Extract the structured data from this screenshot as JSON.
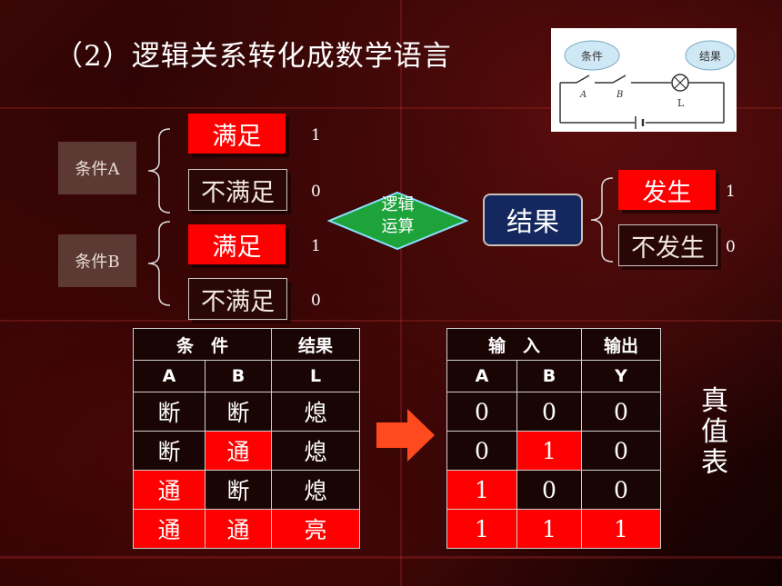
{
  "title": "（2）逻辑关系转化成数学语言",
  "circuit": {
    "condition_label": "条件",
    "result_label": "结果",
    "switch_a": "A",
    "switch_b": "B",
    "lamp": "L"
  },
  "condition_a": {
    "label": "条件A",
    "satisfied": "满足",
    "unsatisfied": "不满足",
    "bit_satisfied": "1",
    "bit_unsatisfied": "0"
  },
  "condition_b": {
    "label": "条件B",
    "satisfied": "满足",
    "unsatisfied": "不满足",
    "bit_satisfied": "1",
    "bit_unsatisfied": "0"
  },
  "logic_op": {
    "line1": "逻辑",
    "line2": "运算"
  },
  "result": {
    "label": "结果",
    "occur": "发生",
    "not_occur": "不发生",
    "bit_occur": "1",
    "bit_not_occur": "0"
  },
  "left_table": {
    "header_cond": "条　件",
    "header_result": "结果",
    "cols": [
      "A",
      "B",
      "L"
    ],
    "rows": [
      [
        "断",
        "断",
        "熄"
      ],
      [
        "断",
        "通",
        "熄"
      ],
      [
        "通",
        "断",
        "熄"
      ],
      [
        "通",
        "通",
        "亮"
      ]
    ]
  },
  "right_table": {
    "header_input": "输　入",
    "header_output": "输出",
    "cols": [
      "A",
      "B",
      "Y"
    ],
    "rows": [
      [
        "0",
        "0",
        "0"
      ],
      [
        "0",
        "1",
        "0"
      ],
      [
        "1",
        "0",
        "0"
      ],
      [
        "1",
        "1",
        "1"
      ]
    ]
  },
  "truth_table_label": "真值表",
  "colors": {
    "highlight": "#ff0000",
    "result_box": "#14275e",
    "diamond": "#2ec24a"
  }
}
